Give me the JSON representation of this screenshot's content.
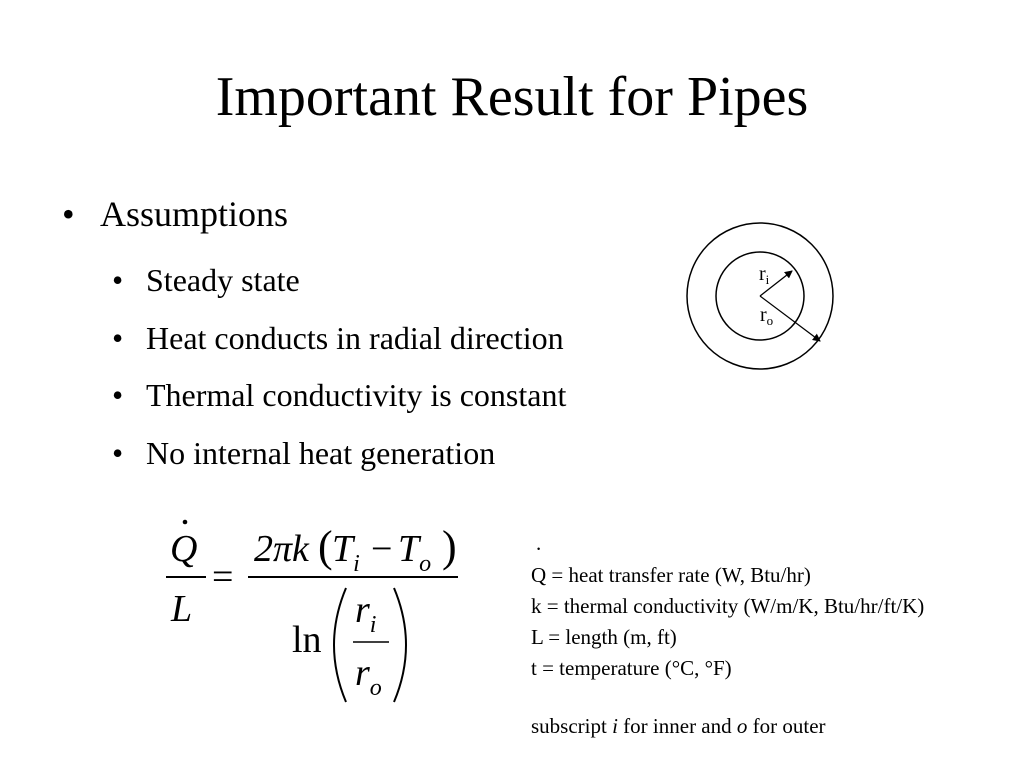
{
  "slide": {
    "title": "Important Result for Pipes",
    "bullet_char": "•",
    "assumptions_heading": "Assumptions",
    "assumptions": [
      "Steady state",
      "Heat conducts in radial direction",
      "Thermal conductivity is constant",
      "No internal heat generation"
    ]
  },
  "diagram": {
    "inner_label_base": "r",
    "inner_label_sub": "i",
    "outer_label_base": "r",
    "outer_label_sub": "o"
  },
  "equation": {
    "lhs_numerator": "Q",
    "lhs_denominator": "L",
    "equals": "=",
    "rhs_two_pi_k": "2πk",
    "open_paren": "(",
    "close_paren": ")",
    "T": "T",
    "minus": "−",
    "sub_i": "i",
    "sub_o": "o",
    "ln": "ln",
    "r": "r"
  },
  "legend": {
    "q_dot": ".",
    "lines": [
      "Q = heat transfer rate (W, Btu/hr)",
      "k = thermal conductivity (W/m/K, Btu/hr/ft/K)",
      "L = length (m, ft)",
      "t = temperature (°C, °F)"
    ],
    "subscript_note": {
      "part1": "subscript ",
      "i": "i",
      "part2": " for inner and ",
      "o": "o",
      "part3": " for outer"
    }
  }
}
